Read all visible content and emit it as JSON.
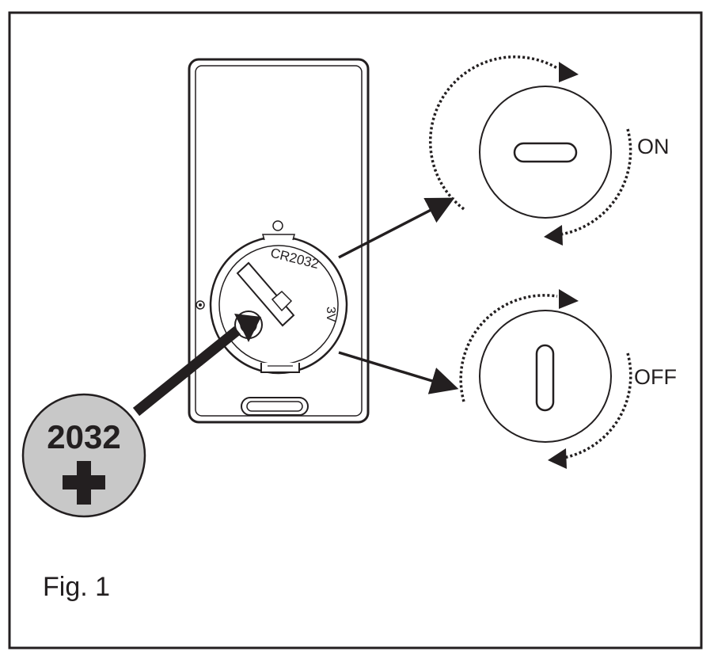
{
  "figure": {
    "caption": "Fig. 1"
  },
  "battery": {
    "model_label": "CR2032",
    "voltage_label": "3V",
    "badge_number": "2032",
    "badge_polarity": "+",
    "badge_fill": "#c8c8c8"
  },
  "cover_states": [
    {
      "label": "ON",
      "slot": "horizontal"
    },
    {
      "label": "OFF",
      "slot": "vertical"
    }
  ],
  "icons": {
    "rotate_arrow": "dotted-rotation-arrow-icon",
    "pointer_arrow": "solid-pointer-arrow-icon"
  },
  "colors": {
    "ink": "#231f20",
    "background": "#ffffff"
  }
}
